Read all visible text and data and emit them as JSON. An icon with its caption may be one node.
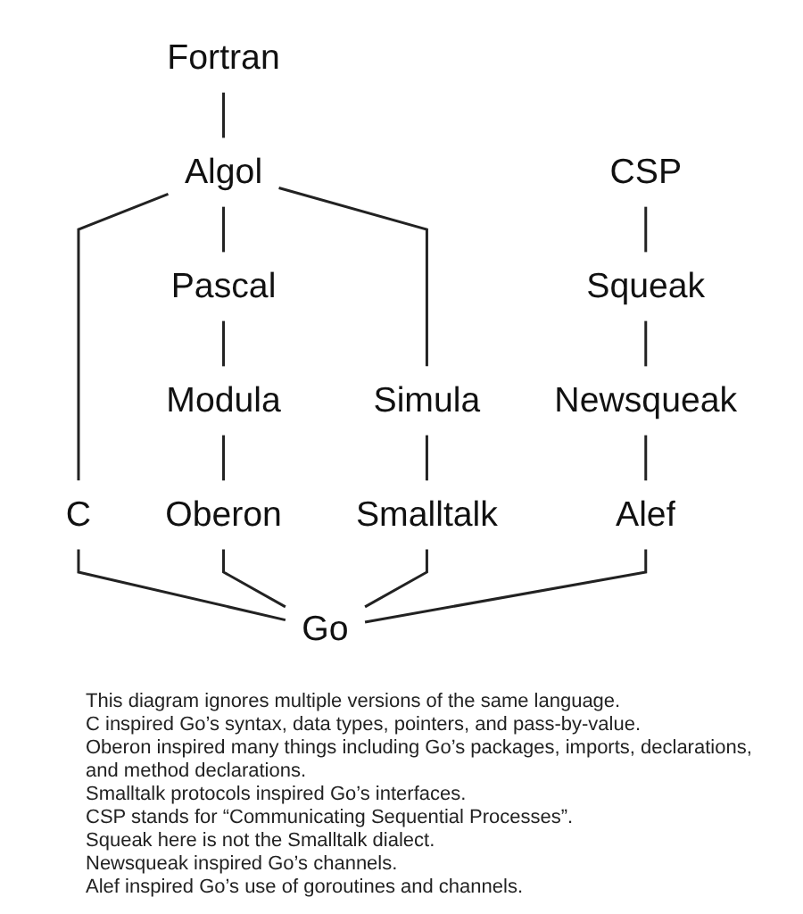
{
  "diagram": {
    "nodes": [
      {
        "text": [
          "Fortran"
        ]
      },
      {
        "text": [
          "CSP"
        ]
      },
      {
        "text": [
          "Algol"
        ]
      },
      {
        "text": [
          "Squeak"
        ]
      },
      {
        "text": [
          "Pascal"
        ]
      },
      {
        "text": [
          "Simula"
        ]
      },
      {
        "text": [
          "Newsqueak"
        ]
      },
      {
        "text": [
          "C"
        ]
      },
      {
        "text": [
          "Modula"
        ]
      },
      {
        "text": [
          "Smalltalk"
        ]
      },
      {
        "text": [
          "Alef"
        ]
      },
      {
        "text": [
          "Oberon"
        ]
      },
      {
        "text": [
          "Go"
        ]
      }
    ],
    "edges": [
      {
        "from": 0,
        "to": 2,
        "arrow": "none"
      },
      {
        "from": 1,
        "to": 3,
        "arrow": "none"
      },
      {
        "from": 2,
        "to": 7,
        "arrow": "none"
      },
      {
        "from": 2,
        "to": 4,
        "arrow": "none"
      },
      {
        "from": 2,
        "to": 5,
        "arrow": "none"
      },
      {
        "from": 3,
        "to": 6,
        "arrow": "none"
      },
      {
        "from": 4,
        "to": 8,
        "arrow": "none"
      },
      {
        "from": 5,
        "to": 9,
        "arrow": "none"
      },
      {
        "from": 6,
        "to": 10,
        "arrow": "none"
      },
      {
        "from": 8,
        "to": 11,
        "arrow": "none"
      },
      {
        "from": 7,
        "to": 12,
        "arrow": "none"
      },
      {
        "from": 11,
        "to": 12,
        "arrow": "none"
      },
      {
        "from": 9,
        "to": 12,
        "arrow": "none"
      },
      {
        "from": 10,
        "to": 12,
        "arrow": "none"
      }
    ],
    "labels": [
      "This diagram ignores multiple versions of the same language.",
      "C inspired Go’s syntax, data types, pointers, and pass-by-value.",
      "Oberon inspired many things including Go’s packages, imports, declarations, and method declarations.",
      "Smalltalk protocols inspired Go’s interfaces.",
      "CSP stands for “Communicating Sequential Processes”.",
      "Squeak here is not the Smalltalk dialect.",
      "Newsqueak inspired Go’s channels.",
      "Alef inspired Go’s use of goroutines and channels."
    ]
  }
}
